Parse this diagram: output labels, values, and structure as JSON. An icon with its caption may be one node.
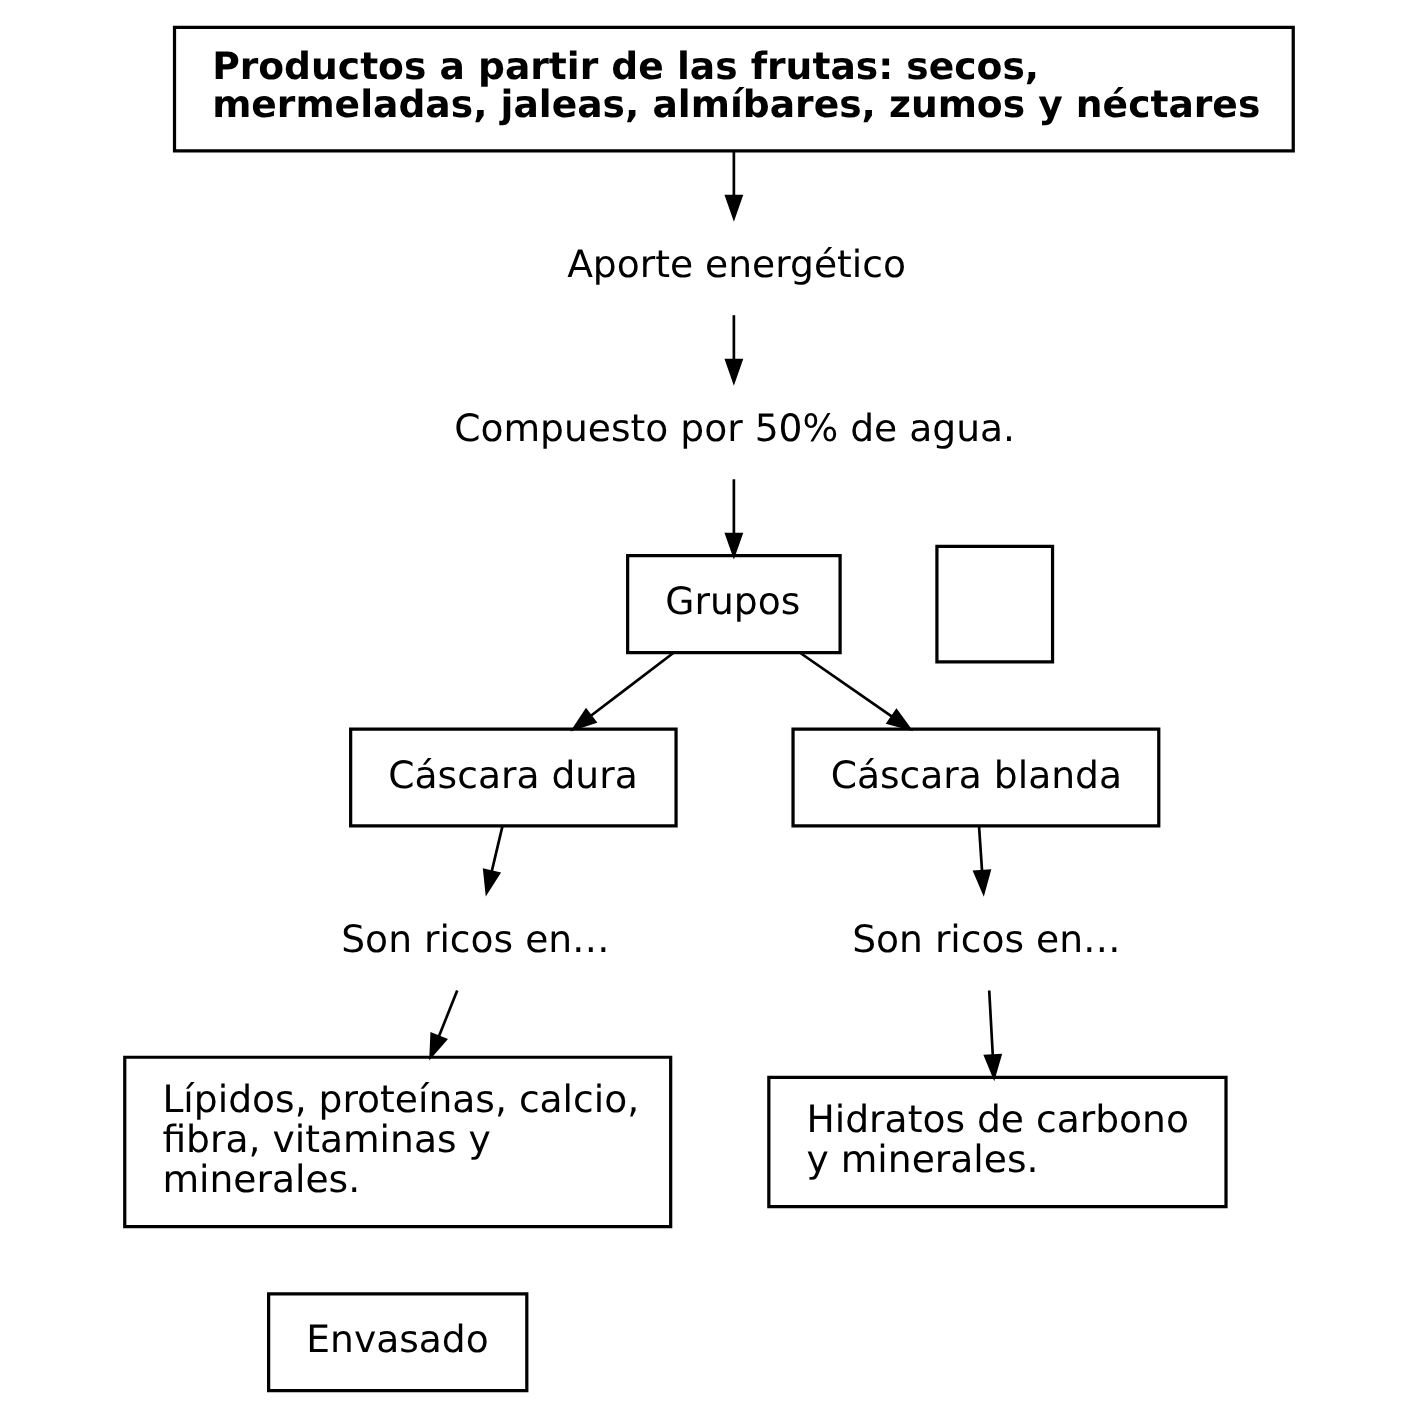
{
  "diagram": {
    "nodes": [
      {
        "text": [
          "Productos a partir de las frutas: secos, mermeladas, jaleas, almíbares, zumos y néctares"
        ]
      },
      {
        "text": [
          "Aporte energético"
        ]
      },
      {
        "text": [
          "Compuesto por 50% de agua."
        ]
      },
      {
        "text": [
          "Grupos"
        ]
      },
      {
        "text": [
          "Cáscara dura"
        ]
      },
      {
        "text": [
          "Cáscara blanda"
        ]
      },
      {
        "text": [
          "Son ricos en…"
        ]
      },
      {
        "text": [
          "Son ricos en…"
        ]
      },
      {
        "text": [
          "Lípidos, proteínas, calcio, fibra, vitaminas y minerales."
        ]
      },
      {
        "text": [
          "Hidratos de carbono y minerales."
        ]
      },
      {
        "text": [
          "Envasado"
        ]
      },
      {
        "text": [],
        "shape": "box"
      }
    ],
    "edges": [
      {
        "from": 0,
        "to": 1,
        "arrow": "to"
      },
      {
        "from": 1,
        "to": 2,
        "arrow": "to"
      },
      {
        "from": 2,
        "to": 3,
        "arrow": "to"
      },
      {
        "from": 3,
        "to": 4,
        "arrow": "to"
      },
      {
        "from": 3,
        "to": 5,
        "arrow": "to"
      },
      {
        "from": 4,
        "to": 6,
        "arrow": "to"
      },
      {
        "from": 6,
        "to": 8,
        "arrow": "to"
      },
      {
        "from": 5,
        "to": 7,
        "arrow": "to"
      },
      {
        "from": 7,
        "to": 9,
        "arrow": "to"
      }
    ]
  }
}
